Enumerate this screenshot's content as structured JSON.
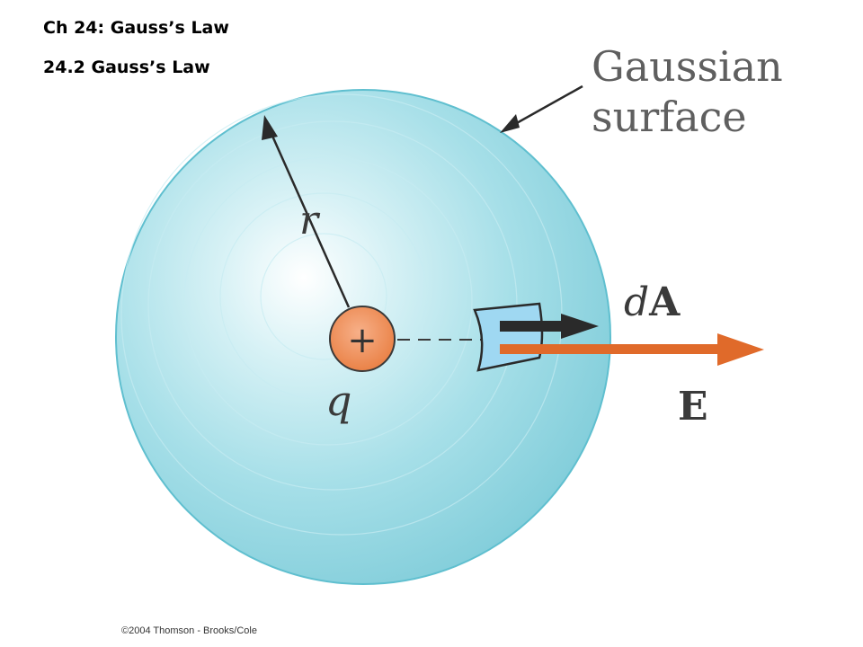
{
  "header": {
    "title": "Ch 24: Gauss’s Law",
    "subtitle": "24.2 Gauss’s Law"
  },
  "figure": {
    "surface_label_line1": "Gaussian",
    "surface_label_line2": "surface",
    "radius_label": "r",
    "charge_symbol": "+",
    "charge_label": "q",
    "area_label_d": "d",
    "area_label_A": "A",
    "field_label": "E",
    "colors": {
      "sphere_fill": "#8fd3e0",
      "sphere_edge": "#5fbfcf",
      "charge_fill": "#f0935a",
      "field_arrow": "#e06a2a",
      "area_arrow": "#2a2a2a",
      "patch_fill": "#9fd8f2"
    }
  },
  "footer": {
    "credit": "©2004 Thomson - Brooks/Cole"
  }
}
